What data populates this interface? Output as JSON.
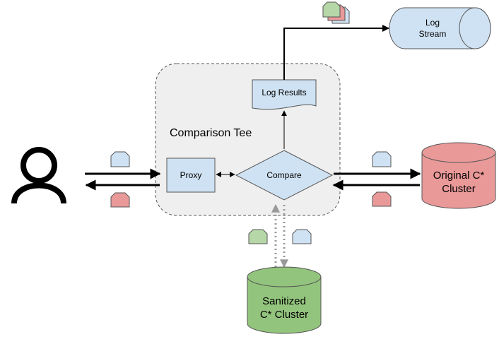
{
  "container": {
    "label": "Comparison Tee"
  },
  "nodes": {
    "proxy": "Proxy",
    "compare": "Compare",
    "log_results": "Log Results",
    "log_stream_line1": "Log",
    "log_stream_line2": "Stream",
    "original_line1": "Original C*",
    "original_line2": "Cluster",
    "sanitized_line1": "Sanitized",
    "sanitized_line2": "C* Cluster"
  },
  "colors": {
    "request": "#cfe2f3",
    "response_original": "#ea9999",
    "response_sanitized": "#b6d7a8",
    "container_fill": "#efefef",
    "original_cluster": "#ea9999",
    "sanitized_cluster": "#93c47d",
    "log_stream": "#cfe2f3",
    "arrow_dotted": "#999999"
  },
  "icons": {
    "user": "person-icon"
  }
}
